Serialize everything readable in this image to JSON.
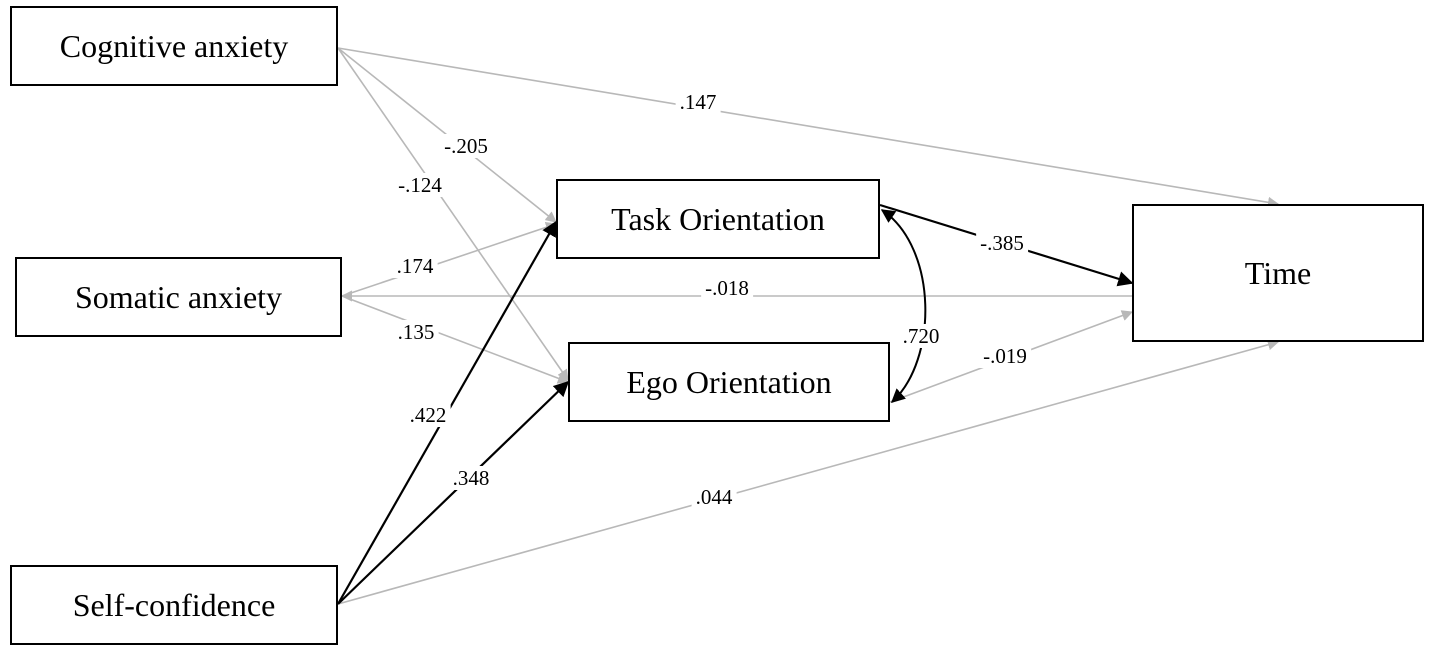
{
  "nodes": {
    "cognitive_anxiety": "Cognitive anxiety",
    "somatic_anxiety": "Somatic anxiety",
    "self_confidence": "Self-confidence",
    "task_orientation": "Task Orientation",
    "ego_orientation": "Ego Orientation",
    "time": "Time"
  },
  "paths": [
    {
      "from": "Cognitive anxiety",
      "to": "Time",
      "coef": ".147",
      "significant": false
    },
    {
      "from": "Cognitive anxiety",
      "to": "Task Orientation",
      "coef": "-.205",
      "significant": false
    },
    {
      "from": "Cognitive anxiety",
      "to": "Ego Orientation",
      "coef": "-.124",
      "significant": false
    },
    {
      "from": "Somatic anxiety",
      "to": "Task Orientation",
      "coef": ".174",
      "significant": false
    },
    {
      "from": "Time",
      "to": "Somatic anxiety",
      "coef": "-.018",
      "significant": false
    },
    {
      "from": "Somatic anxiety",
      "to": "Ego Orientation",
      "coef": ".135",
      "significant": false
    },
    {
      "from": "Self-confidence",
      "to": "Task Orientation",
      "coef": ".422",
      "significant": true
    },
    {
      "from": "Self-confidence",
      "to": "Ego Orientation",
      "coef": ".348",
      "significant": true
    },
    {
      "from": "Self-confidence",
      "to": "Time",
      "coef": ".044",
      "significant": false
    },
    {
      "from": "Task Orientation",
      "to": "Time",
      "coef": "-.385",
      "significant": true
    },
    {
      "from": "Ego Orientation",
      "to": "Time",
      "coef": "-.019",
      "significant": false
    },
    {
      "from": "Task Orientation",
      "to": "Ego Orientation",
      "coef": ".720",
      "significant": true,
      "type": "covariance"
    }
  ],
  "colors": {
    "significant": "#000000",
    "nonsignificant": "#b8b8b8",
    "box_border": "#000000"
  }
}
